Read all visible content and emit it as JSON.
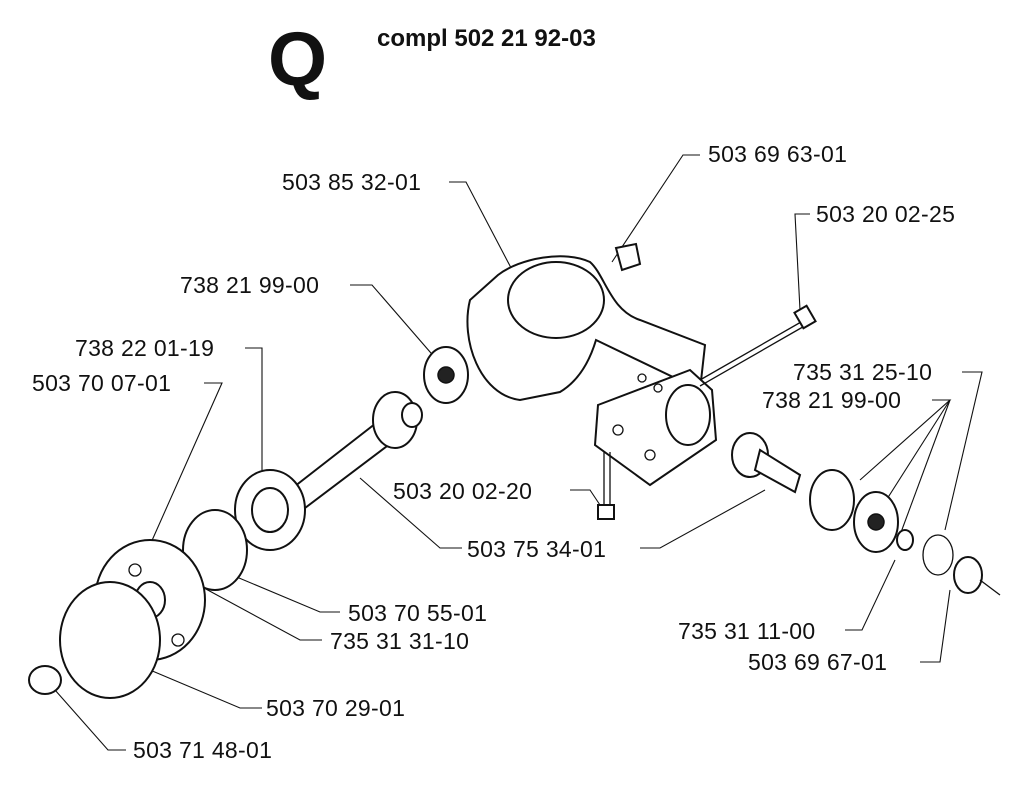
{
  "header": {
    "letter": "Q",
    "assembly": "compl 502 21 92-03"
  },
  "labels": {
    "p503_69_63_01": "503 69 63-01",
    "p503_85_32_01": "503 85 32-01",
    "p503_20_02_25": "503 20 02-25",
    "p738_21_99_00_a": "738 21 99-00",
    "p738_22_01_19": "738 22 01-19",
    "p503_70_07_01": "503 70 07-01",
    "p735_31_25_10": "735 31 25-10",
    "p738_21_99_00_b": "738 21 99-00",
    "p503_20_02_20": "503 20 02-20",
    "p503_75_34_01": "503 75 34-01",
    "p503_70_55_01": "503 70 55-01",
    "p735_31_31_10": "735 31 31-10",
    "p735_31_11_00": "735 31 11-00",
    "p503_69_67_01": "503 69 67-01",
    "p503_70_29_01": "503 70 29-01",
    "p503_71_48_01": "503 71 48-01"
  }
}
